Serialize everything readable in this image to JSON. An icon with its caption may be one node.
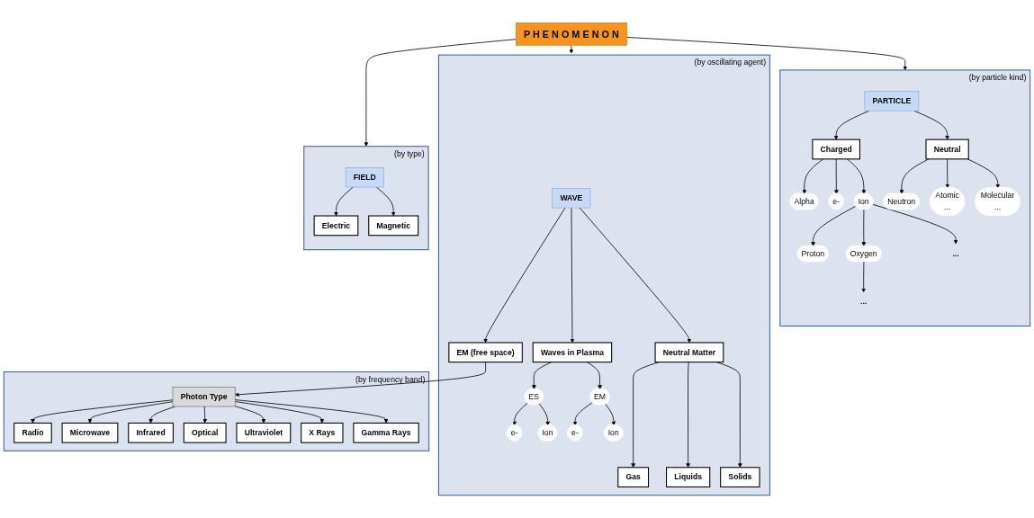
{
  "diagram": {
    "nodes": [
      {
        "text": [
          "P H E N O M E N O N"
        ]
      },
      {
        "text": [
          "(by particle kind)"
        ]
      },
      {
        "text": [
          "PARTICLE"
        ],
        "in": 1
      },
      {
        "text": [
          "Charged"
        ],
        "in": 1
      },
      {
        "text": [
          "Neutral"
        ],
        "in": 1
      },
      {
        "text": [
          "Alpha"
        ],
        "in": 1
      },
      {
        "text": [
          "e-"
        ],
        "in": 1
      },
      {
        "text": [
          "Ion"
        ],
        "in": 1
      },
      {
        "text": [
          "Neutron"
        ],
        "in": 1
      },
      {
        "text": [
          "Atomic",
          "..."
        ],
        "in": 1
      },
      {
        "text": [
          "..."
        ],
        "in": 1
      },
      {
        "text": [
          "Proton"
        ],
        "in": 1
      },
      {
        "text": [
          "Oxygen"
        ],
        "in": 1
      },
      {
        "text": [
          "Molecular",
          "..."
        ],
        "in": 1
      },
      {
        "text": [
          "..."
        ],
        "in": 1
      },
      {
        "text": [
          "(by oscillating agent)"
        ]
      },
      {
        "text": [
          "WAVE"
        ],
        "in": 15
      },
      {
        "text": [
          "EM (free space)"
        ],
        "in": 15
      },
      {
        "text": [
          "Waves in Plasma"
        ],
        "in": 15
      },
      {
        "text": [
          "Neutral Matter"
        ],
        "in": 15
      },
      {
        "text": [
          "ES"
        ],
        "in": 15
      },
      {
        "text": [
          "EM"
        ],
        "in": 15
      },
      {
        "text": [
          "Gas"
        ],
        "in": 15
      },
      {
        "text": [
          "Liquids"
        ],
        "in": 15
      },
      {
        "text": [
          "Solids"
        ],
        "in": 15
      },
      {
        "text": [
          "e-"
        ],
        "in": 15
      },
      {
        "text": [
          "Ion"
        ],
        "in": 15
      },
      {
        "text": [
          "e-"
        ],
        "in": 15
      },
      {
        "text": [
          "Ion"
        ],
        "in": 15
      },
      {
        "text": [
          "(by type)"
        ]
      },
      {
        "text": [
          "FIELD"
        ],
        "in": 29
      },
      {
        "text": [
          "Electric"
        ],
        "in": 29
      },
      {
        "text": [
          "Magnetic"
        ],
        "in": 29
      },
      {
        "text": [
          "(by frequency band)"
        ]
      },
      {
        "text": [
          "Photon Type"
        ],
        "in": 33
      },
      {
        "text": [
          "Radio"
        ],
        "in": 33
      },
      {
        "text": [
          "Microwave"
        ],
        "in": 33
      },
      {
        "text": [
          "Infrared"
        ],
        "in": 33
      },
      {
        "text": [
          "Optical"
        ],
        "in": 33
      },
      {
        "text": [
          "Ultraviolet"
        ],
        "in": 33
      },
      {
        "text": [
          "X Rays"
        ],
        "in": 33
      },
      {
        "text": [
          "Gamma Rays"
        ],
        "in": 33
      }
    ],
    "edges": [
      {
        "from": 0,
        "to": 1,
        "arrow": "to"
      },
      {
        "from": 0,
        "to": 15,
        "arrow": "to"
      },
      {
        "from": 0,
        "to": 29,
        "arrow": "to"
      },
      {
        "from": 2,
        "to": 3,
        "arrow": "to"
      },
      {
        "from": 2,
        "to": 4,
        "arrow": "to"
      },
      {
        "from": 3,
        "to": 5,
        "arrow": "to"
      },
      {
        "from": 3,
        "to": 6,
        "arrow": "to"
      },
      {
        "from": 3,
        "to": 7,
        "arrow": "to"
      },
      {
        "from": 4,
        "to": 8,
        "arrow": "to"
      },
      {
        "from": 4,
        "to": 9,
        "arrow": "to"
      },
      {
        "from": 4,
        "to": 13,
        "arrow": "to"
      },
      {
        "from": 7,
        "to": 11,
        "arrow": "to"
      },
      {
        "from": 7,
        "to": 12,
        "arrow": "to"
      },
      {
        "from": 7,
        "to": 10,
        "arrow": "to"
      },
      {
        "from": 12,
        "to": 14,
        "arrow": "to"
      },
      {
        "from": 16,
        "to": 17,
        "arrow": "to"
      },
      {
        "from": 16,
        "to": 18,
        "arrow": "to"
      },
      {
        "from": 16,
        "to": 19,
        "arrow": "to"
      },
      {
        "from": 18,
        "to": 20,
        "arrow": "to"
      },
      {
        "from": 18,
        "to": 21,
        "arrow": "to"
      },
      {
        "from": 19,
        "to": 22,
        "arrow": "to"
      },
      {
        "from": 19,
        "to": 23,
        "arrow": "to"
      },
      {
        "from": 19,
        "to": 24,
        "arrow": "to"
      },
      {
        "from": 20,
        "to": 25,
        "arrow": "to"
      },
      {
        "from": 20,
        "to": 26,
        "arrow": "to"
      },
      {
        "from": 21,
        "to": 27,
        "arrow": "to"
      },
      {
        "from": 21,
        "to": 28,
        "arrow": "to"
      },
      {
        "from": 17,
        "to": 34,
        "arrow": "to"
      },
      {
        "from": 30,
        "to": 31,
        "arrow": "to"
      },
      {
        "from": 30,
        "to": 32,
        "arrow": "to"
      },
      {
        "from": 34,
        "to": 35,
        "arrow": "to"
      },
      {
        "from": 34,
        "to": 36,
        "arrow": "to"
      },
      {
        "from": 34,
        "to": 37,
        "arrow": "to"
      },
      {
        "from": 34,
        "to": 38,
        "arrow": "to"
      },
      {
        "from": 34,
        "to": 39,
        "arrow": "to"
      },
      {
        "from": 34,
        "to": 40,
        "arrow": "to"
      },
      {
        "from": 34,
        "to": 41,
        "arrow": "to"
      }
    ]
  }
}
